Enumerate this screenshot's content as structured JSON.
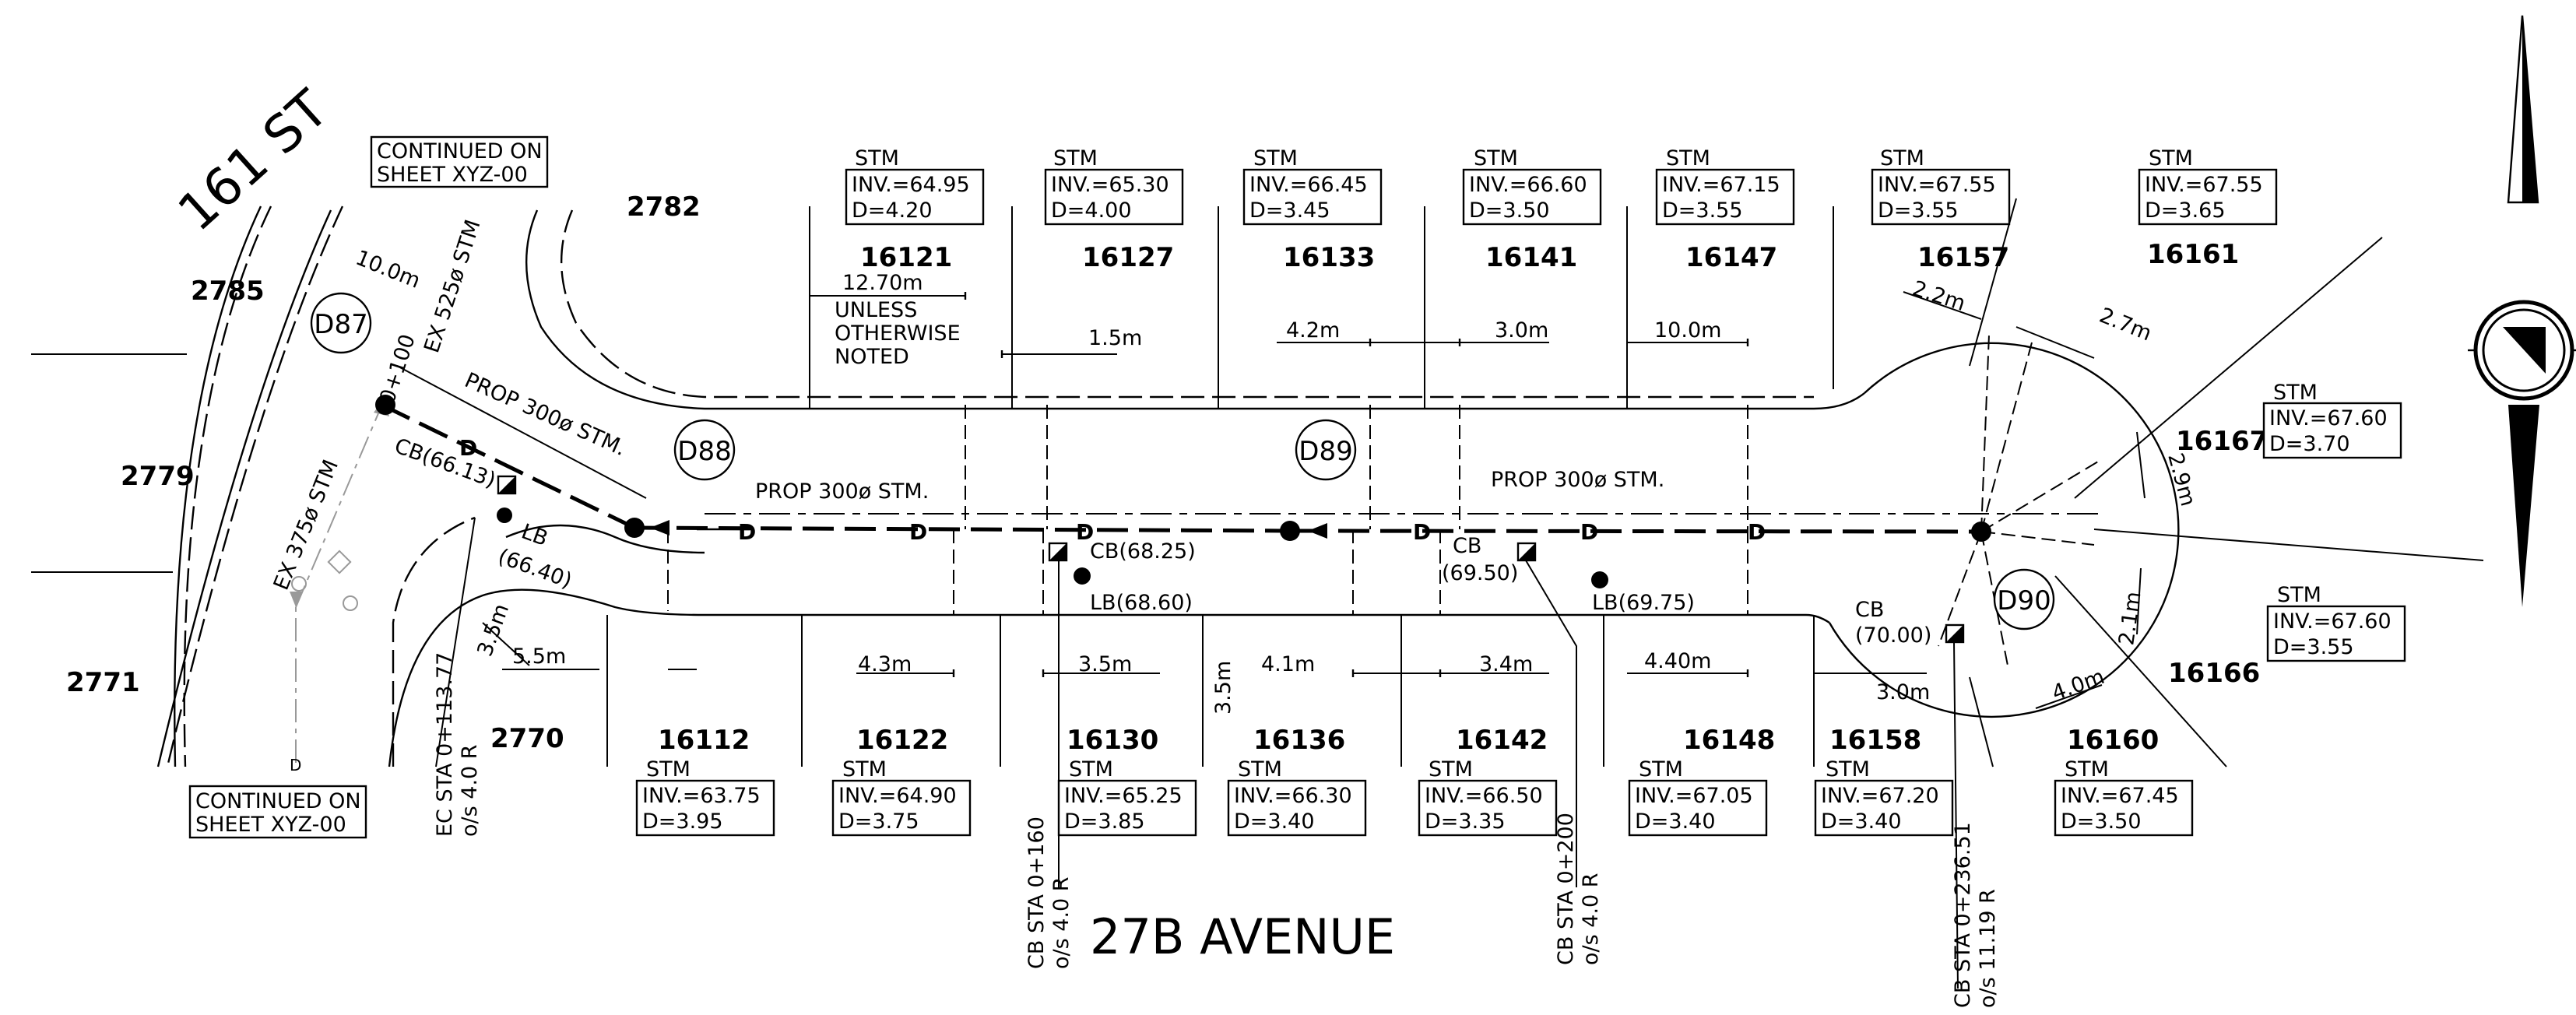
{
  "streets": {
    "street_161": "161 ST",
    "avenue_27b": "27B AVENUE"
  },
  "notes": {
    "continued_top": [
      "CONTINUED ON",
      "SHEET XYZ-00"
    ],
    "continued_bottom": [
      "CONTINUED ON",
      "SHEET XYZ-00"
    ],
    "unless_noted": [
      "UNLESS",
      "OTHERWISE",
      "NOTED"
    ]
  },
  "pipe_labels": {
    "ex_525": "EX 525ø STM",
    "ex_375": "EX 375ø STM",
    "prop_1": "PROP 300ø STM.",
    "prop_2": "PROP 300ø STM.",
    "prop_3": "PROP 300ø STM.",
    "chainage_0100": "0+100"
  },
  "manholes": {
    "d87": "D87",
    "d88": "D88",
    "d89": "D89",
    "d90": "D90"
  },
  "lots": {
    "l2785": "2785",
    "l2782": "2782",
    "l2779": "2779",
    "l2771": "2771",
    "l2770": "2770",
    "l16121": "16121",
    "l16127": "16127",
    "l16133": "16133",
    "l16141": "16141",
    "l16147": "16147",
    "l16157": "16157",
    "l16161": "16161",
    "l16167": "16167",
    "l16166": "16166",
    "l16112": "16112",
    "l16122": "16122",
    "l16130": "16130",
    "l16136": "16136",
    "l16142": "16142",
    "l16148": "16148",
    "l16158": "16158",
    "l16160": "16160"
  },
  "service_boxes": {
    "s16121": {
      "head": "STM",
      "inv": "INV.=64.95",
      "d": "D=4.20"
    },
    "s16127": {
      "head": "STM",
      "inv": "INV.=65.30",
      "d": "D=4.00"
    },
    "s16133": {
      "head": "STM",
      "inv": "INV.=66.45",
      "d": "D=3.45"
    },
    "s16141": {
      "head": "STM",
      "inv": "INV.=66.60",
      "d": "D=3.50"
    },
    "s16147": {
      "head": "STM",
      "inv": "INV.=67.15",
      "d": "D=3.55"
    },
    "s16157": {
      "head": "STM",
      "inv": "INV.=67.55",
      "d": "D=3.55"
    },
    "s16161": {
      "head": "STM",
      "inv": "INV.=67.55",
      "d": "D=3.65"
    },
    "s16167": {
      "head": "STM",
      "inv": "INV.=67.60",
      "d": "D=3.70"
    },
    "s16166": {
      "head": "STM",
      "inv": "INV.=67.60",
      "d": "D=3.55"
    },
    "s16112": {
      "head": "STM",
      "inv": "INV.=63.75",
      "d": "D=3.95"
    },
    "s16122": {
      "head": "STM",
      "inv": "INV.=64.90",
      "d": "D=3.75"
    },
    "s16130": {
      "head": "STM",
      "inv": "INV.=65.25",
      "d": "D=3.85"
    },
    "s16136": {
      "head": "STM",
      "inv": "INV.=66.30",
      "d": "D=3.40"
    },
    "s16142": {
      "head": "STM",
      "inv": "INV.=66.50",
      "d": "D=3.35"
    },
    "s16148": {
      "head": "STM",
      "inv": "INV.=67.05",
      "d": "D=3.40"
    },
    "s16158": {
      "head": "STM",
      "inv": "INV.=67.20",
      "d": "D=3.40"
    },
    "s16160": {
      "head": "STM",
      "inv": "INV.=67.45",
      "d": "D=3.50"
    }
  },
  "dims": {
    "d10_0m_a": "10.0m",
    "d12_70m": "12.70m",
    "d1_5m": "1.5m",
    "d4_2m": "4.2m",
    "d3_0m_a": "3.0m",
    "d10_0m_b": "10.0m",
    "d2_2m": "2.2m",
    "d2_7m": "2.7m",
    "d2_9m": "2.9m",
    "d2_1m": "2.1m",
    "d4_0m": "4.0m",
    "d3_0m_b": "3.0m",
    "d4_40m": "4.40m",
    "d3_4m": "3.4m",
    "d4_1m": "4.1m",
    "d3_5m_v": "3.5m",
    "d3_5m_b": "3.5m",
    "d4_3m": "4.3m",
    "d5_5m": "5.5m",
    "d3_5m_c": "3.5m"
  },
  "catch_basins": {
    "cb_66_13": "CB(66.13)",
    "lb_66_40_a": "LB",
    "lb_66_40_b": "(66.40)",
    "cb_68_25": "CB(68.25)",
    "lb_68_60": "LB(68.60)",
    "cb_69_50_a": "CB",
    "cb_69_50_b": "(69.50)",
    "lb_69_75": "LB(69.75)",
    "cb_70_00_a": "CB",
    "cb_70_00_b": "(70.00)"
  },
  "stations": {
    "ec_a": "EC STA 0+113.77",
    "ec_b": "o/s 4.0 R",
    "cb160_a": "CB STA 0+160",
    "cb160_b": "o/s 4.0 R",
    "cb200_a": "CB STA 0+200",
    "cb200_b": "o/s 4.0 R",
    "cb236_a": "CB STA 0+236.51",
    "cb236_b": "o/s 11.19 R"
  },
  "markers": {
    "d": "D"
  }
}
